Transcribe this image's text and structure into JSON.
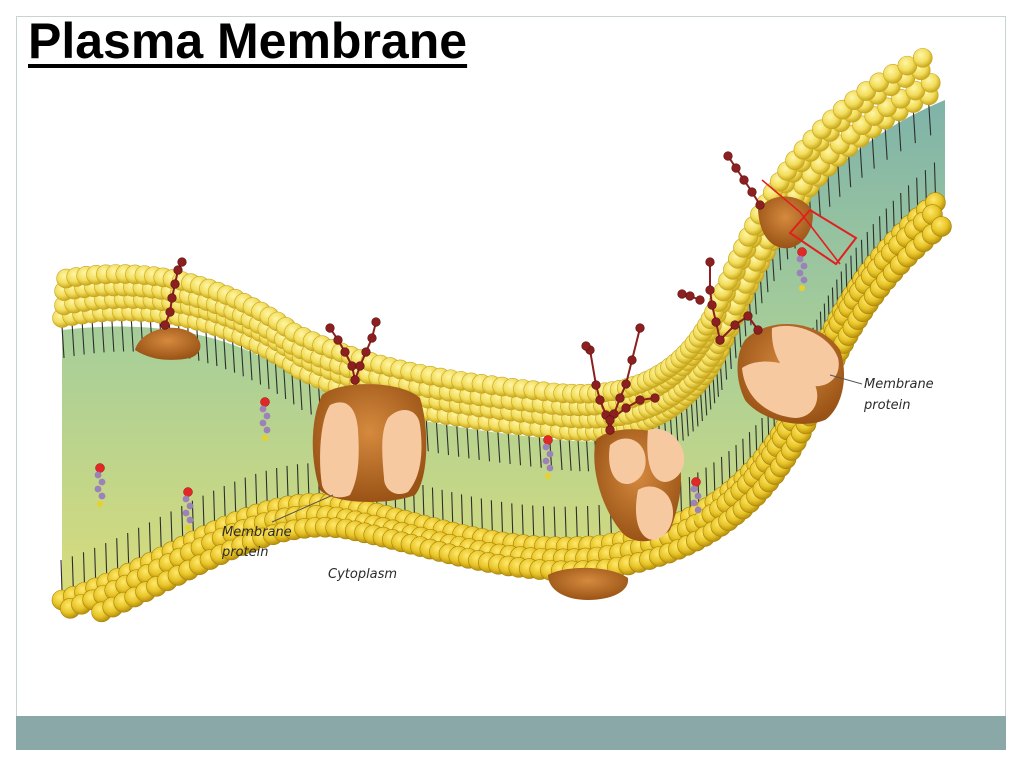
{
  "slide": {
    "title": "Plasma Membrane"
  },
  "diagram": {
    "labels": {
      "membrane_protein_left_line1": "Membrane",
      "membrane_protein_left_line2": "protein",
      "membrane_protein_right_line1": "Membrane",
      "membrane_protein_right_line2": "protein",
      "cytoplasm": "Cytoplasm"
    }
  },
  "colors": {
    "footer_band": "#8ba8a9",
    "phospholipid_head": "#f2dd5c",
    "membrane_core": "#a8cc9c",
    "protein": "#b96a24",
    "glycan": "#8c1f1f",
    "highlight_box": "#e02020"
  }
}
